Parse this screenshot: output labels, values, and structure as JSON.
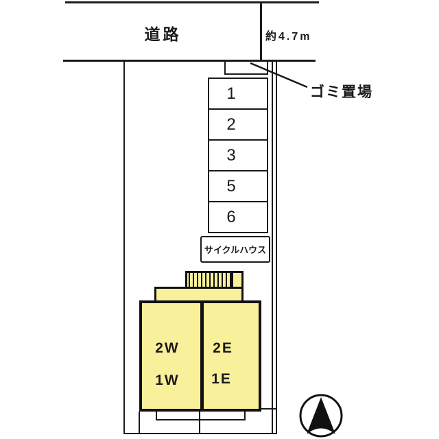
{
  "road": {
    "label": "道路",
    "width_note": "約4.7m"
  },
  "garbage": {
    "label": "ゴミ置場"
  },
  "parking": {
    "stalls": [
      "1",
      "2",
      "3",
      "5",
      "6"
    ]
  },
  "cycle_house": {
    "label": "サイクルハウス"
  },
  "building": {
    "rooms": {
      "upper_west": "2W",
      "upper_east": "2E",
      "lower_west": "1W",
      "lower_east": "1E"
    }
  },
  "compass": {
    "direction": "north"
  },
  "colors": {
    "building_fill": "#F9F09B",
    "line": "#1a1a1a"
  }
}
